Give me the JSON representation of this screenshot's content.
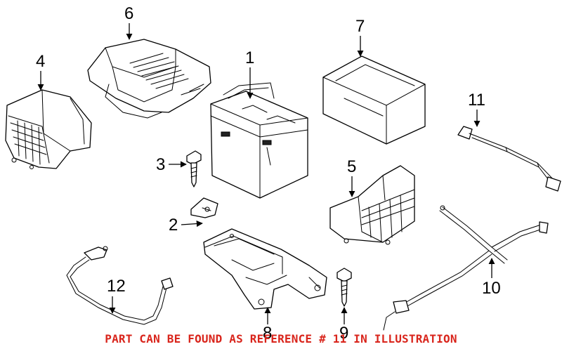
{
  "callouts": {
    "c1": "1",
    "c2": "2",
    "c3": "3",
    "c4": "4",
    "c5": "5",
    "c6": "6",
    "c7": "7",
    "c8": "8",
    "c9": "9",
    "c10": "10",
    "c11": "11",
    "c12": "12"
  },
  "footer_note": "PART CAN BE FOUND AS REFERENCE # 11 IN ILLUSTRATION",
  "colors": {
    "line": "#000000",
    "background": "#ffffff",
    "note": "#d9251c"
  }
}
